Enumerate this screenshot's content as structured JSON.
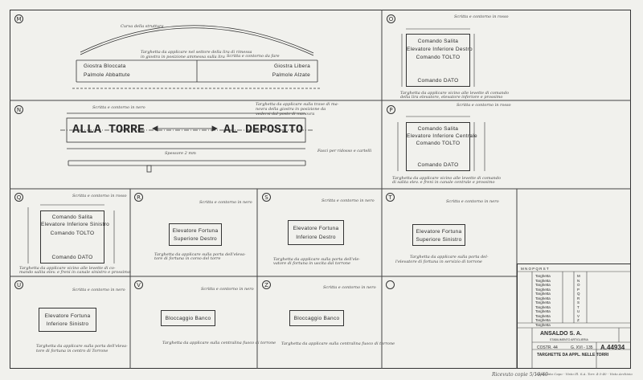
{
  "sections": {
    "M": {
      "letter": "M",
      "left_plate": {
        "line1": "Giostra Bloccata",
        "line2": "Palmole Abbattute"
      },
      "right_plate": {
        "line1": "Giostra Libera",
        "line2": "Palmole Alzate"
      },
      "notes": [
        "Targhetta da applicare nel settore della lira di rimessa",
        "in giostra in posizione ammessa sulla lira",
        "Curva della struttura",
        "Scritta e contorno da fare"
      ]
    },
    "N": {
      "letter": "N",
      "left_text": "ALLA TORRE",
      "right_text": "AL DEPOSITO",
      "notes": [
        "Scritta e contorno in nero",
        "Targhetta da applicare sulla trave di ma-",
        "novra della giostra in posizione da",
        "vedersi dal posto di manovra",
        "Spessore 2 mm",
        "Fasci per ridosso e cartelli"
      ]
    },
    "O": {
      "letter": "O",
      "lines": [
        "Comando Salita",
        "Elevatore Inferiore Destro",
        "Comando TOLTO",
        "Comando DATO"
      ],
      "notes": [
        "Scritta e contorno in rosso",
        "Targhetta da applicare vicino alle levette di comando",
        "della lira elevatore, elevatore inferiore e prossimo"
      ]
    },
    "P": {
      "letter": "P",
      "lines": [
        "Comando Salita",
        "Elevatore Inferiore Centrale",
        "Comando TOLTO",
        "Comando DATO"
      ],
      "notes": [
        "Scritta e contorno in rosso",
        "Targhetta da applicare vicino alle levette di comando",
        "di salita elev. e freni in canale centrale e prossimo"
      ]
    },
    "Q": {
      "letter": "Q",
      "lines": [
        "Comando Salita",
        "Elevatore Inferiore Sinistro",
        "Comando TOLTO",
        "Comando DATO"
      ],
      "notes": [
        "Scritta e contorno in rosso",
        "Targhetta da applicare vicino alle levette di co-",
        "mando salita elev. e freni in canale sinistro e prossimo"
      ]
    },
    "R": {
      "letter": "R",
      "lines": [
        "Elevatore Fortuna",
        "Superiore Destro"
      ],
      "notes": [
        "Scritta e contorno in nero",
        "Targhetta da applicare sulla porta dell'eleva-",
        "tore di fortuna in corso del torre"
      ]
    },
    "S": {
      "letter": "S",
      "lines": [
        "Elevatore Fortuna",
        "Inferiore Destro"
      ],
      "notes": [
        "Scritta e contorno in nero",
        "Targhetta da applicare sulla porta dell'ele-",
        "vatore di fortuna in uscita dal torrone"
      ]
    },
    "T": {
      "letter": "T",
      "lines": [
        "Elevatore Fortuna",
        "Superiore Sinistro"
      ],
      "notes": [
        "Scritta e contorno in nero",
        "Targhetta da applicare sulla porta del-",
        "l'elevatore di fortuna in servizio di torrone"
      ]
    },
    "U": {
      "letter": "U",
      "lines": [
        "Elevatore Fortuna",
        "Inferiore Sinistro"
      ],
      "notes": [
        "Scritta e contorno in nero",
        "Targhetta da applicare sulla porta dell'eleva-",
        "tore di fortuna in centro di Torrone"
      ]
    },
    "V": {
      "letter": "V",
      "lines": [
        "Bloccaggio Banco"
      ],
      "notes": [
        "Scritta e contorno in nero",
        "Targhetta da applicare sulla centralina fuoco di torrone"
      ]
    },
    "Z": {
      "letter": "Z",
      "lines": [
        "Bloccaggio Banco"
      ],
      "notes": [
        "Scritta e contorno in nero",
        "Targhetta da applicare sulla centralina fuoco di torrone"
      ]
    },
    "empty": {
      "letter": ""
    }
  },
  "title_block": {
    "company": "ANSALDO S. A.",
    "subtitle": "STABILIMENTO ARTIGLIERIA",
    "code1": "COSTR. 44",
    "code2": "G. XVI - 135",
    "title": "TARGHETTE DA APPL. NELLE TORRI",
    "number": "A.44934",
    "header": "M N O P Q R S T",
    "rows": [
      "Targhetta",
      "Targhetta",
      "Targhetta",
      "Targhetta",
      "Targhetta",
      "Targhetta",
      "Targhetta",
      "Targhetta",
      "Targhetta",
      "Targhetta",
      "Targhetta",
      "Targhetta"
    ],
    "row_codes": [
      "M",
      "N",
      "O",
      "P",
      "Q",
      "R",
      "S",
      "T",
      "U",
      "V",
      "Z",
      ""
    ]
  },
  "footer": {
    "left": "Ricevuto copie 5/10/40",
    "right": "Approvato Capo - Visto Ill. S.A. Torr. 4-3-40 - Visto Archivio"
  }
}
